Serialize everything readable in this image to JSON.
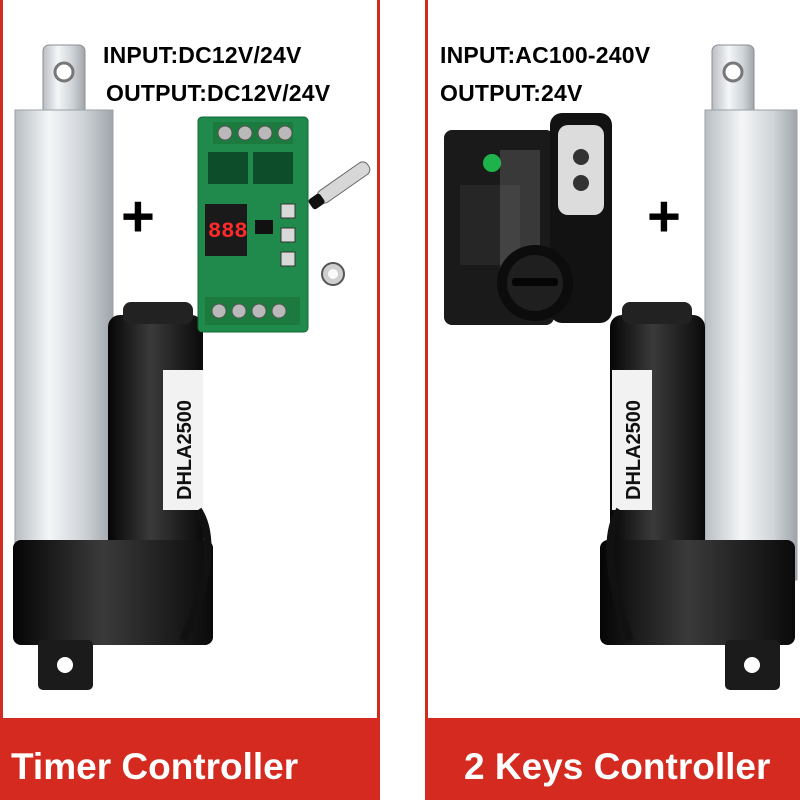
{
  "left_panel": {
    "input_spec": "INPUT:DC12V/24V",
    "output_spec": "OUTPUT:DC12V/24V",
    "plus_symbol": "+",
    "banner_label": "Timer Controller",
    "actuator_label": "DHLA2500",
    "display_digits": "888"
  },
  "right_panel": {
    "input_spec": "INPUT:AC100-240V",
    "output_spec": "OUTPUT:24V",
    "plus_symbol": "+",
    "banner_label": "2 Keys Controller",
    "actuator_label": "DHLA2500"
  },
  "colors": {
    "accent_red": "#d42a1f",
    "pcb_green": "#1f8a4c",
    "actuator_black": "#161616",
    "aluminum": "#dcdfe2"
  }
}
